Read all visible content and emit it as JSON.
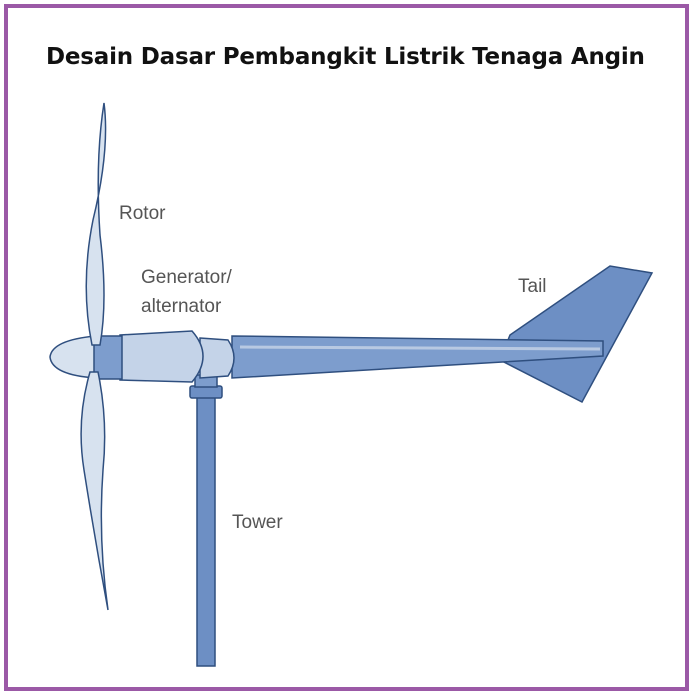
{
  "title": "Desain Dasar Pembangkit Listrik Tenaga Angin",
  "labels": {
    "rotor": "Rotor",
    "generator_line1": "Generator/",
    "generator_line2": "alternator",
    "tail": "Tail",
    "tower": "Tower"
  },
  "colors": {
    "frame_border": "#9b59a6",
    "blade_fill": "#d7e2ef",
    "body_fill": "#c4d3e8",
    "dark_blue": "#6d8fc4",
    "outline": "#2f4f7f",
    "label_text": "#555555",
    "title_text": "#111111"
  }
}
